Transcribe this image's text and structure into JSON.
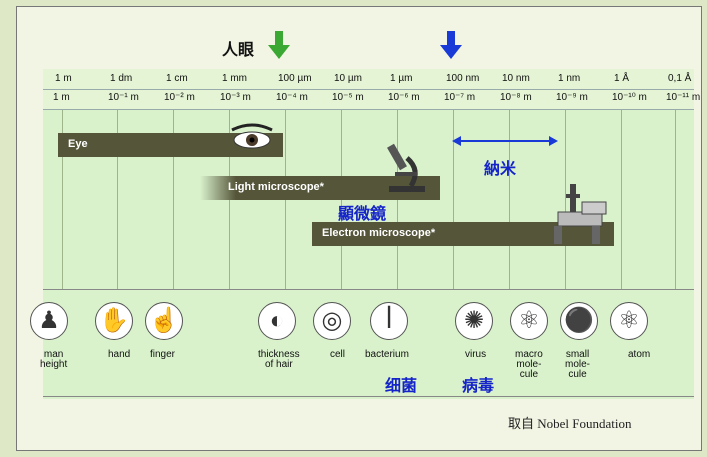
{
  "eye_label": "人眼",
  "ticks_top": [
    "1 m",
    "1 dm",
    "1 cm",
    "1 mm",
    "100 µm",
    "10 µm",
    "1 µm",
    "100 nm",
    "10 nm",
    "1 nm",
    "1 Å",
    "0,1 Å"
  ],
  "ticks_exp": [
    "1 m",
    "10⁻¹ m",
    "10⁻² m",
    "10⁻³ m",
    "10⁻⁴ m",
    "10⁻⁵ m",
    "10⁻⁶ m",
    "10⁻⁷ m",
    "10⁻⁸ m",
    "10⁻⁹ m",
    "10⁻¹⁰ m",
    "10⁻¹¹ m"
  ],
  "bands": {
    "eye": "Eye",
    "light": "Light microscope*",
    "electron": "Electron microscope*"
  },
  "cn": {
    "nano": "納米",
    "microscope": "顯微鏡",
    "bacteria": "细菌",
    "virus": "病毒"
  },
  "objects": [
    {
      "label": "man\nheight"
    },
    {
      "label": "hand"
    },
    {
      "label": "finger"
    },
    {
      "label": "thickness\nof hair"
    },
    {
      "label": "cell"
    },
    {
      "label": "bacterium"
    },
    {
      "label": "virus"
    },
    {
      "label": "macro\nmole-\ncule"
    },
    {
      "label": "small\nmole-\ncule"
    },
    {
      "label": "atom"
    }
  ],
  "source": "取自  Nobel Foundation",
  "colors": {
    "arrow_green": "#3aa832",
    "arrow_blue": "#1a3ad8",
    "band": "#55553a",
    "cn_blue": "#1524c8",
    "grid_green": "#d9f2cc"
  }
}
